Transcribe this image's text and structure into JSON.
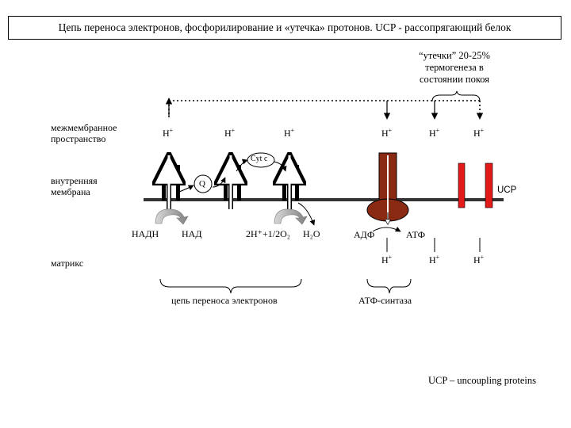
{
  "title": "Цепь переноса электронов, фосфорилирование и «утечка» протонов. UCP - рассопрягающий белок",
  "leak_note": "“утечки” 20-25% термогенеза в состоянии покоя",
  "leak_lines": [
    "“утечки” 20-25%",
    "термогенеза в",
    "состоянии покоя"
  ],
  "regions": {
    "intermembrane": [
      "межмембранное",
      "пространство"
    ],
    "inner_membrane": [
      "внутренняя",
      "мембрана"
    ],
    "matrix": "матрикс"
  },
  "proton_label": "H+",
  "proton_base": "H",
  "proton_sup": "+",
  "cyt_c": "Cyt c",
  "quinone": "Q",
  "ucp_label": "UCP",
  "substrates": {
    "nadh": "НАДН",
    "nad": "НАД",
    "oxygen": "2H⁺+1/2O₂",
    "water": "H₂O",
    "adp": "АДФ",
    "atp": "АТФ"
  },
  "brace_labels": {
    "etc": "цепь переноса электронов",
    "atp_synthase": "АТФ-синтаза"
  },
  "footnote": "UCP – uncoupling  proteins",
  "colors": {
    "membrane": "#333333",
    "atp_synthase": "#8b2a12",
    "ucp": "#e21a1a",
    "text": "#000000"
  }
}
